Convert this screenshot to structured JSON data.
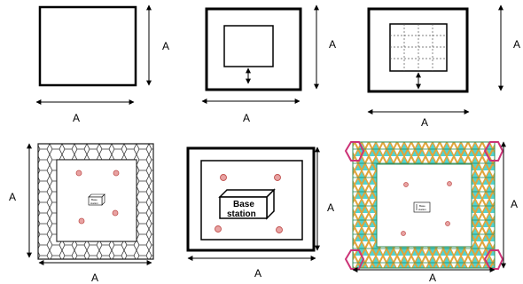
{
  "dimension_label": "A",
  "base_station": {
    "line1": "Base",
    "line2": "station"
  },
  "mini_station": {
    "line1": "Base",
    "line2": "station"
  },
  "colors": {
    "stroke": "#000000",
    "node_fill": "#e8a2a2",
    "node_stroke": "#c0504d",
    "mesh_orange": "#e0a43a",
    "mesh_cyan": "#33cccc",
    "mesh_green": "#2e8b57",
    "mesh_magenta": "#cc3377"
  }
}
